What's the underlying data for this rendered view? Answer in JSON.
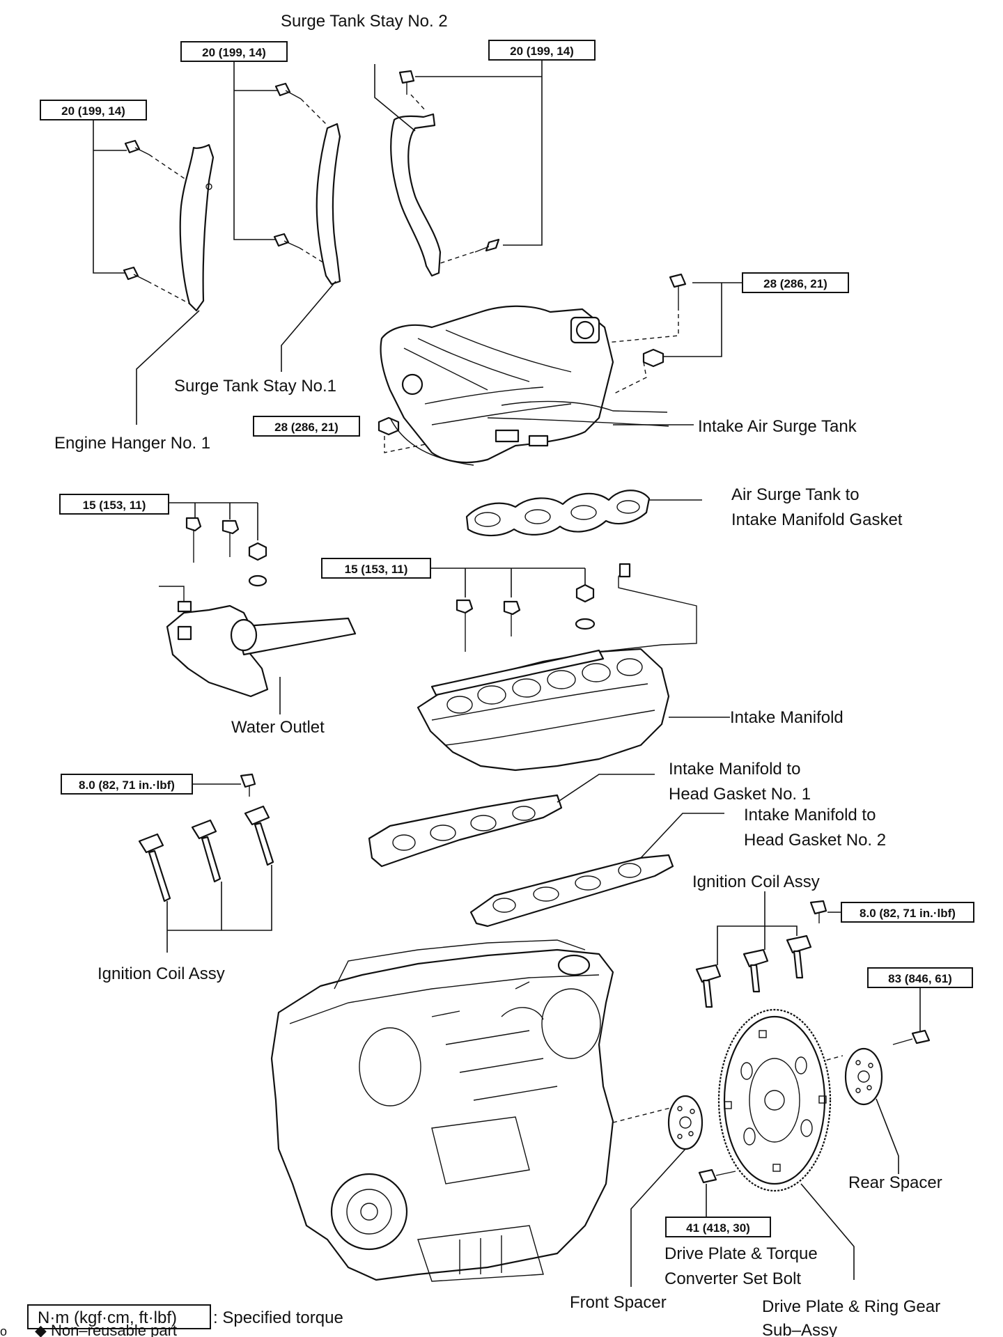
{
  "torque_labels": {
    "stay1_bolts": "20 (199, 14)",
    "hanger_bolts": "20 (199, 14)",
    "stay2_bolts": "20 (199, 14)",
    "surge_tank_top": "28 (286, 21)",
    "surge_tank_left": "28 (286, 21)",
    "water_outlet": "15 (153, 11)",
    "intake_manifold": "15 (153, 11)",
    "coil_left": "8.0 (82, 71 in.·lbf)",
    "coil_right": "8.0 (82, 71 in.·lbf)",
    "rear_spacer_bolt": "83 (846, 61)",
    "drive_plate_bolt": "41 (418, 30)"
  },
  "part_labels": {
    "surge_tank_stay_2": "Surge Tank Stay No. 2",
    "surge_tank_stay_1": "Surge Tank Stay No.1",
    "engine_hanger_1": "Engine Hanger No. 1",
    "intake_air_surge_tank": "Intake Air Surge Tank",
    "gasket_surge_line1": "Air Surge Tank to",
    "gasket_surge_line2": "Intake Manifold Gasket",
    "water_outlet": "Water Outlet",
    "intake_manifold": "Intake Manifold",
    "head_gasket_1_line1": "Intake Manifold to",
    "head_gasket_1_line2": "Head Gasket No. 1",
    "head_gasket_2_line1": "Intake Manifold to",
    "head_gasket_2_line2": "Head Gasket No. 2",
    "ignition_coil_right": "Ignition Coil Assy",
    "ignition_coil_left": "Ignition Coil Assy",
    "rear_spacer": "Rear Spacer",
    "drive_plate_bolt_line1": "Drive Plate & Torque",
    "drive_plate_bolt_line2": "Converter Set Bolt",
    "front_spacer": "Front Spacer",
    "drive_plate_line1": "Drive Plate & Ring Gear",
    "drive_plate_line2": "Sub–Assy"
  },
  "legend": {
    "unit_box": "N·m (kgf·cm, ft·lbf)",
    "unit_text": ": Specified torque",
    "nonreusable": "◆ Non–reusable part",
    "edge_mark": "o"
  }
}
